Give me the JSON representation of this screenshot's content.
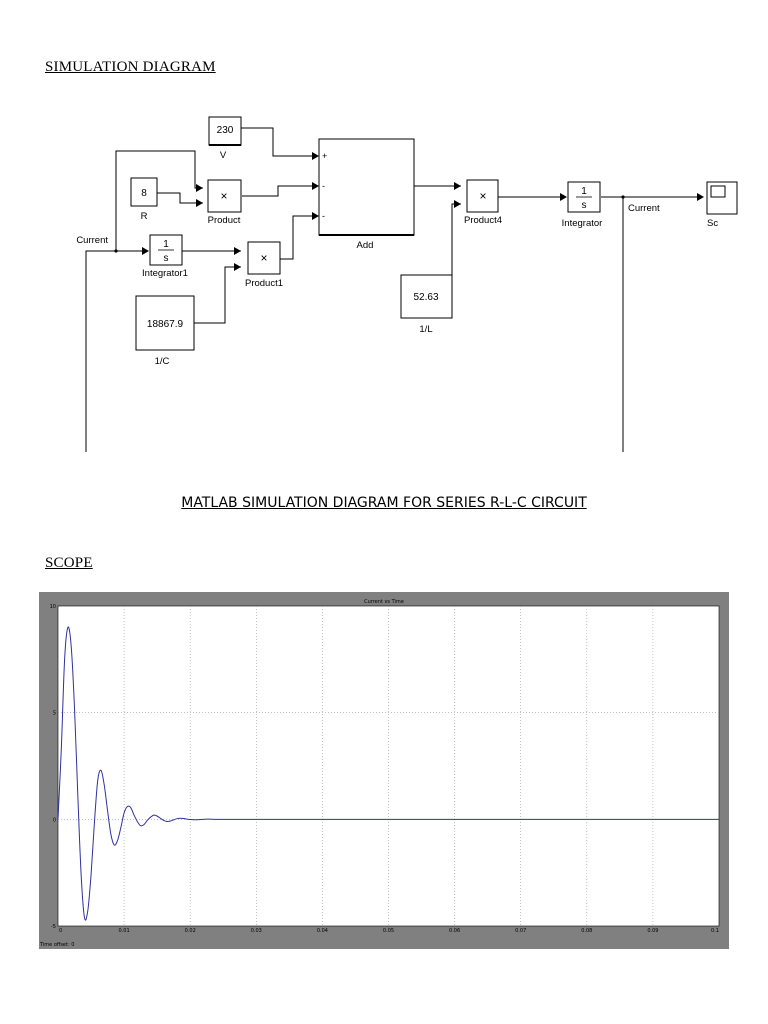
{
  "headings": {
    "simulation": "SIMULATION DIAGRAM",
    "caption": "MATLAB SIMULATION DIAGRAM FOR SERIES R-L-C CIRCUIT",
    "scope": "SCOPE"
  },
  "blocks": {
    "voltage": {
      "value": "230",
      "label": "V"
    },
    "resistance": {
      "value": "8",
      "label": "R"
    },
    "product": {
      "symbol": "×",
      "label": "Product"
    },
    "integrator1": {
      "num": "1",
      "den": "s",
      "label": "Integrator1"
    },
    "product1": {
      "symbol": "×",
      "label": "Product1"
    },
    "inv_c": {
      "value": "18867.9",
      "label": "1/C"
    },
    "add": {
      "label": "Add",
      "signs": [
        "+",
        "-",
        "-"
      ]
    },
    "product4": {
      "symbol": "×",
      "label": "Product4"
    },
    "inv_l": {
      "value": "52.63",
      "label": "1/L"
    },
    "integrator": {
      "num": "1",
      "den": "s",
      "label": "Integrator"
    },
    "scope": {
      "label": "Sc"
    },
    "signal_out": "Current",
    "signal_in": "Current"
  },
  "chart_data": {
    "type": "line",
    "title": "Current vs Time",
    "xlabel": "",
    "ylabel": "",
    "xlim": [
      0,
      0.1
    ],
    "ylim": [
      -5,
      10
    ],
    "x_ticks": [
      "0",
      "0.01",
      "0.02",
      "0.03",
      "0.04",
      "0.05",
      "0.06",
      "0.07",
      "0.08",
      "0.09",
      "0.1"
    ],
    "y_ticks": [
      "-5",
      "0",
      "5",
      "10"
    ],
    "grid": true,
    "time_offset_label": "Time offset:  0",
    "line_color": "#3030a0",
    "series": [
      {
        "x": [
          0,
          0.0005,
          0.001,
          0.0015,
          0.002,
          0.0025,
          0.003,
          0.0035,
          0.004,
          0.0045,
          0.005,
          0.0055,
          0.006,
          0.0065,
          0.007,
          0.0075,
          0.008,
          0.0085,
          0.009,
          0.0095,
          0.01,
          0.0105,
          0.011,
          0.0115,
          0.012,
          0.0125,
          0.013,
          0.0135,
          0.014,
          0.0145,
          0.015,
          0.0155,
          0.016,
          0.0165,
          0.017,
          0.0175,
          0.018,
          0.0185,
          0.019,
          0.0195,
          0.02,
          0.0205,
          0.021,
          0.0215,
          0.022,
          0.0225,
          0.023,
          0.024,
          0.025,
          0.026,
          0.027,
          0.028,
          0.03,
          0.035,
          0.04,
          0.05,
          0.06,
          0.07,
          0.08,
          0.09,
          0.1
        ],
        "y": [
          0,
          3.3,
          7.5,
          9.0,
          8.1,
          5.2,
          1.1,
          -2.6,
          -4.6,
          -4.3,
          -2.6,
          -0.2,
          1.8,
          2.3,
          1.6,
          0.4,
          -0.7,
          -1.2,
          -1.0,
          -0.4,
          0.3,
          0.6,
          0.55,
          0.2,
          -0.1,
          -0.3,
          -0.25,
          -0.05,
          0.1,
          0.2,
          0.15,
          0.05,
          -0.05,
          -0.1,
          -0.08,
          -0.02,
          0.03,
          0.05,
          0.04,
          0.01,
          -0.01,
          -0.02,
          -0.02,
          -0.01,
          0,
          0.01,
          0.01,
          0,
          0,
          0,
          0,
          0,
          0,
          0,
          0,
          0,
          0,
          0,
          0,
          0,
          0
        ]
      }
    ]
  }
}
